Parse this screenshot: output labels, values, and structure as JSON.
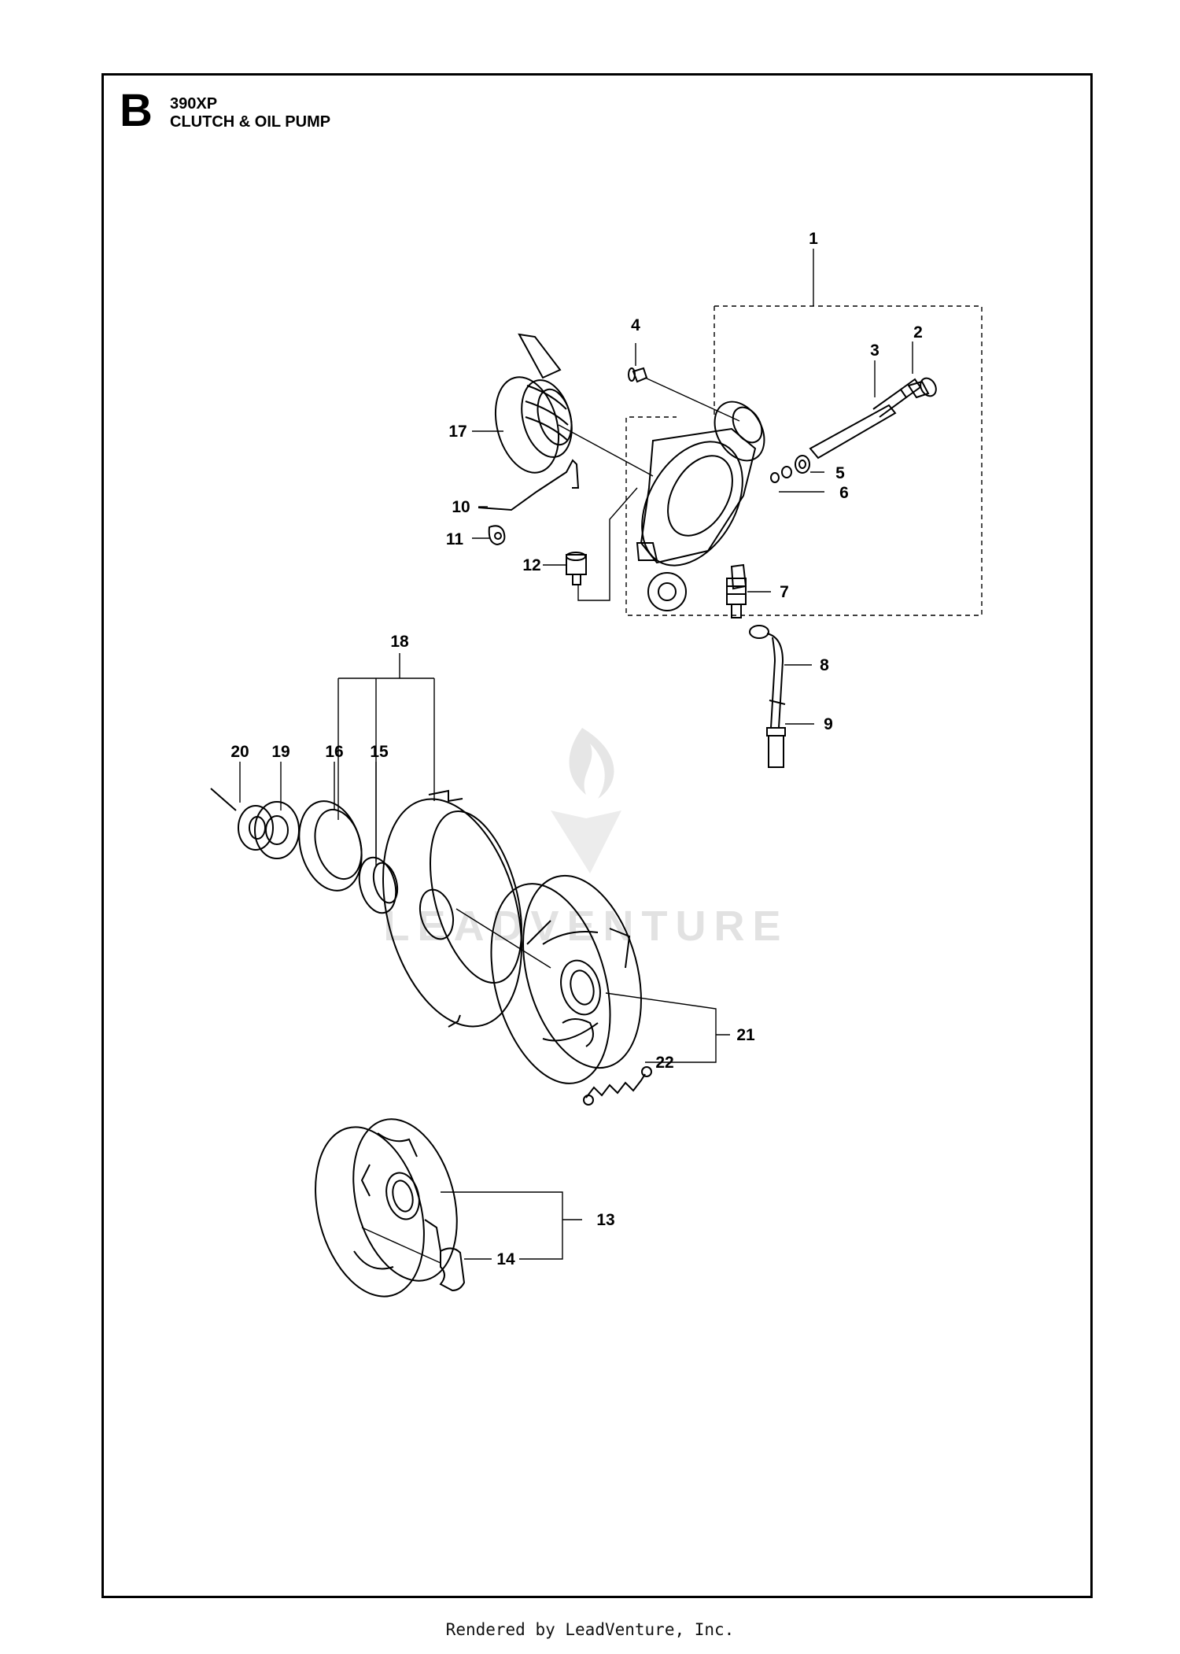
{
  "header": {
    "section_letter": "B",
    "model": "390XP",
    "title": "CLUTCH & OIL PUMP"
  },
  "callouts": [
    "1",
    "2",
    "3",
    "4",
    "5",
    "6",
    "7",
    "8",
    "9",
    "10",
    "11",
    "12",
    "13",
    "14",
    "15",
    "16",
    "17",
    "18",
    "19",
    "20",
    "21",
    "22"
  ],
  "watermark": {
    "text": "LEADVENTURE"
  },
  "footer": {
    "text": "Rendered by LeadVenture, Inc."
  },
  "colors": {
    "line": "#000000",
    "watermark": "#e2e2e2",
    "background": "#ffffff"
  }
}
